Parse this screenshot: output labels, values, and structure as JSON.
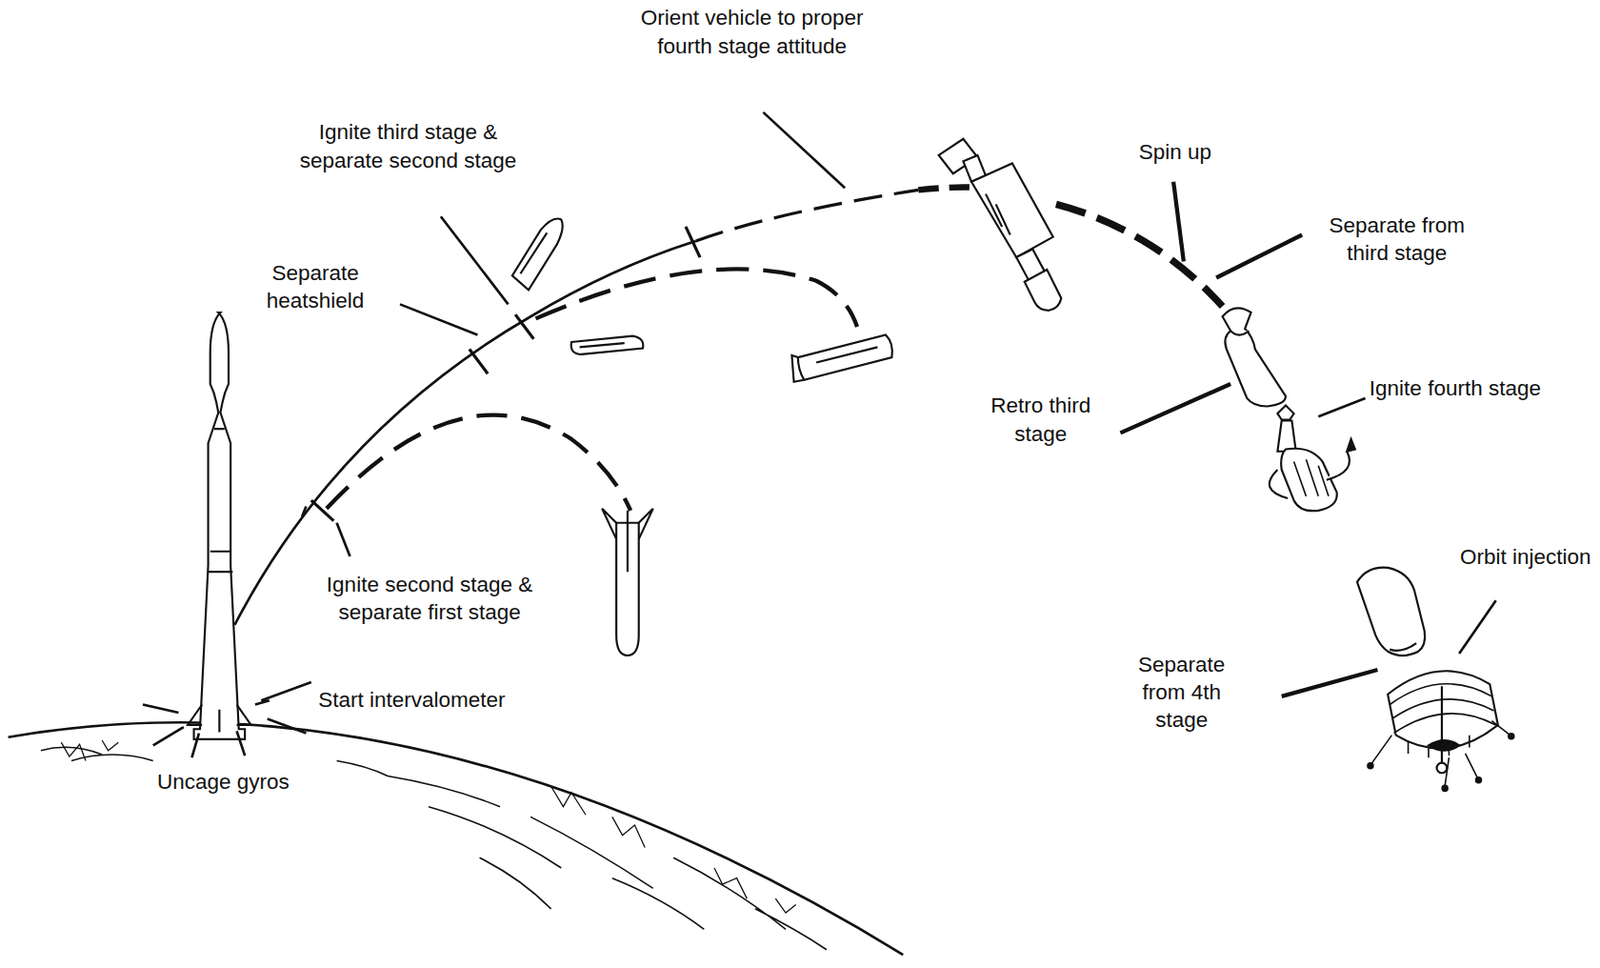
{
  "diagram": {
    "labels": [
      "Orient vehicle to proper fourth stage attitude",
      "Ignite third stage & separate second stage",
      "Spin up",
      "Separate from third stage",
      "Separate heatshield",
      "Retro third stage",
      "Ignite fourth stage",
      "Ignite second stage & separate first stage",
      "Orbit injection",
      "Separate from 4th stage",
      "Start intervalometer",
      "Uncage gyros"
    ]
  }
}
